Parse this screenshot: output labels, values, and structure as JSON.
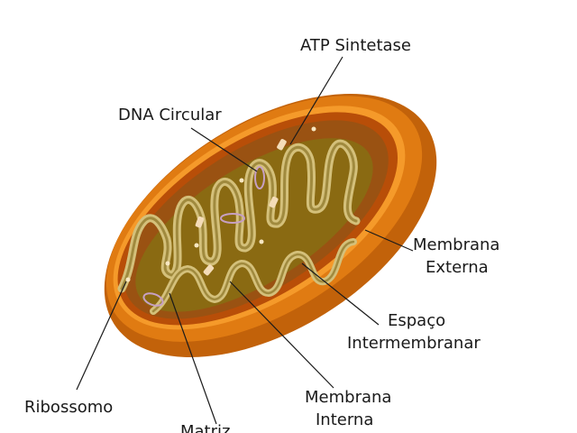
{
  "labels": {
    "atp_sintetase": "ATP Sintetase",
    "dna_circular": "DNA Circular",
    "membrana_externa_1": "Membrana",
    "membrana_externa_2": "Externa",
    "espaco_1": "Espaço",
    "espaco_2": "Intermembranar",
    "membrana_interna_1": "Membrana",
    "membrana_interna_2": "Interna",
    "ribossomo": "Ribossomo",
    "matriz": "Matriz"
  },
  "colors": {
    "outer_membrane": "#d9720f",
    "outer_membrane_light": "#f59a2a",
    "intermembrane_space": "#b84e08",
    "inner_membrane": "#c9b26a",
    "matrix": "#8a6a12",
    "dna_loop": "#c7a0c4",
    "atp_synthase": "#f4dcb8",
    "ribosome": "#f7e7c2"
  }
}
